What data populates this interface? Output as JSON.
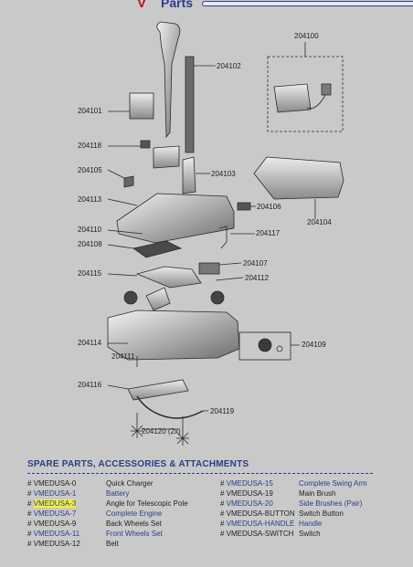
{
  "header": {
    "title_mark": "V",
    "title_text": "Parts"
  },
  "diagram": {
    "labels": {
      "p204100": "204100",
      "p204101": "204101",
      "p204102": "204102",
      "p204103": "204103",
      "p204104": "204104",
      "p204105": "204105",
      "p204106": "204106",
      "p204107": "204107",
      "p204108": "204108",
      "p204109": "204109",
      "p204110": "204110",
      "p204111": "204111",
      "p204112": "204112",
      "p204113": "204113",
      "p204114": "204114",
      "p204115": "204115",
      "p204116": "204116",
      "p204117": "204117",
      "p204118": "204118",
      "p204119": "204119",
      "p204120": "204120 (2x)"
    }
  },
  "spare": {
    "heading": "SPARE PARTS, ACCESSORIES & ATTACHMENTS",
    "hash": "#",
    "left": [
      {
        "code": "VMEDUSA-0",
        "desc": "Quick Charger",
        "code_link": false,
        "desc_link": false,
        "highlight": false
      },
      {
        "code": "VMEDUSA-1",
        "desc": "Battery",
        "code_link": true,
        "desc_link": true,
        "highlight": false
      },
      {
        "code": "VMEDUSA-3",
        "desc": "Angle for Telescopic Pole",
        "code_link": true,
        "desc_link": false,
        "highlight": true
      },
      {
        "code": "VMEDUSA-7",
        "desc": "Complete Engine",
        "code_link": true,
        "desc_link": true,
        "highlight": false
      },
      {
        "code": "VMEDUSA-9",
        "desc": "Back Wheels Set",
        "code_link": false,
        "desc_link": false,
        "highlight": false
      },
      {
        "code": "VMEDUSA-11",
        "desc": "Front Wheels Set",
        "code_link": true,
        "desc_link": true,
        "highlight": false
      },
      {
        "code": "VMEDUSA-12",
        "desc": "Belt",
        "code_link": false,
        "desc_link": false,
        "highlight": false
      }
    ],
    "right": [
      {
        "code": "VMEDUSA-15",
        "desc": "Complete Swing Arm",
        "code_link": true,
        "desc_link": true,
        "highlight": false
      },
      {
        "code": "VMEDUSA-19",
        "desc": "Main Brush",
        "code_link": false,
        "desc_link": false,
        "highlight": false
      },
      {
        "code": "VMEDUSA-20",
        "desc": "Side Brushes (Pair)",
        "code_link": true,
        "desc_link": true,
        "highlight": false
      },
      {
        "code": "VMEDUSA-BUTTON",
        "desc": "Switch Button",
        "code_link": false,
        "desc_link": false,
        "highlight": false
      },
      {
        "code": "VMEDUSA-HANDLE",
        "desc": "Handle",
        "code_link": true,
        "desc_link": true,
        "highlight": false
      },
      {
        "code": "VMEDUSA-SWITCH",
        "desc": "Switch",
        "code_link": false,
        "desc_link": false,
        "highlight": false
      }
    ]
  },
  "colors": {
    "background": "#c9c9c9",
    "link": "#2b3d86",
    "brand_red": "#c0121b",
    "highlight": "#f3f03a"
  }
}
